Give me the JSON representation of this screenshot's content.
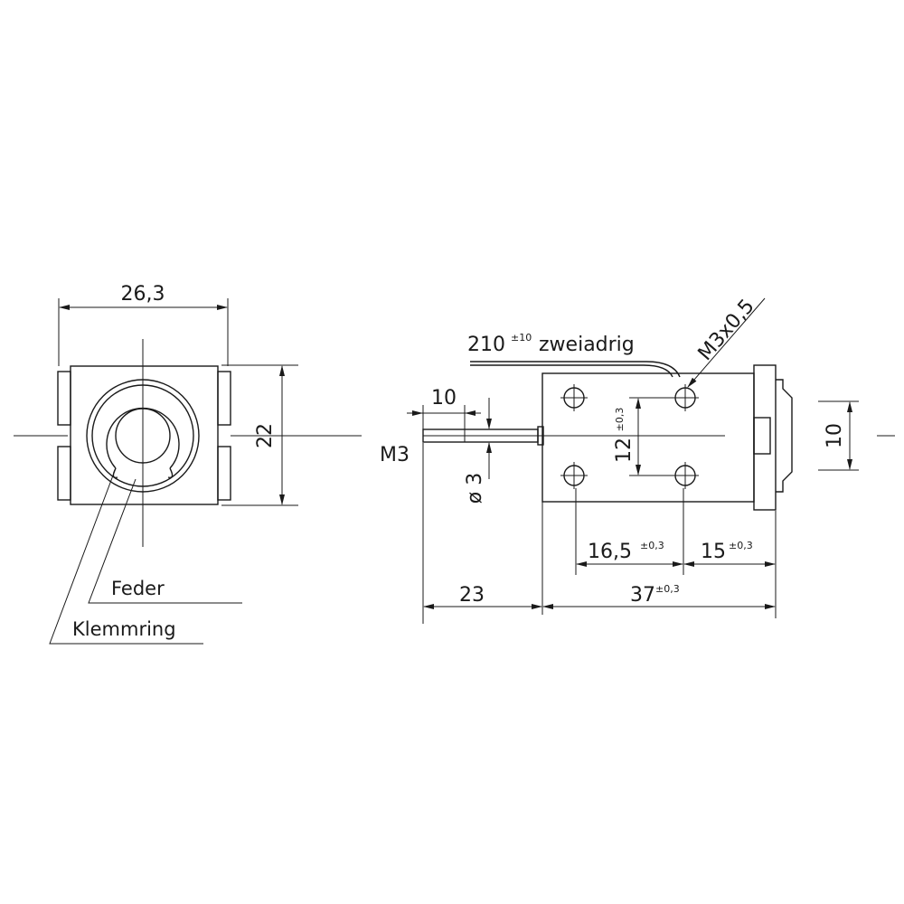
{
  "front_view": {
    "width_dim": "26,3",
    "height_dim": "22",
    "label_spring": "Feder",
    "label_clamp_ring": "Klemmring"
  },
  "side_view": {
    "cable_len": "210",
    "cable_tol": "±10",
    "cable_desc": "zweiadrig",
    "mount_thread": "M3x0,5",
    "plunger_len": "10",
    "plunger_thread": "M3",
    "plunger_dia": "ø 3",
    "hole_pitch_v": "12",
    "hole_pitch_v_tol": "±0,3",
    "rear_dim": "10",
    "dim_16_5": "16,5",
    "dim_16_5_tol": "±0,3",
    "dim_15": "15",
    "dim_15_tol": "±0,3",
    "dim_23": "23",
    "dim_37": "37",
    "dim_37_tol": "±0,3"
  }
}
